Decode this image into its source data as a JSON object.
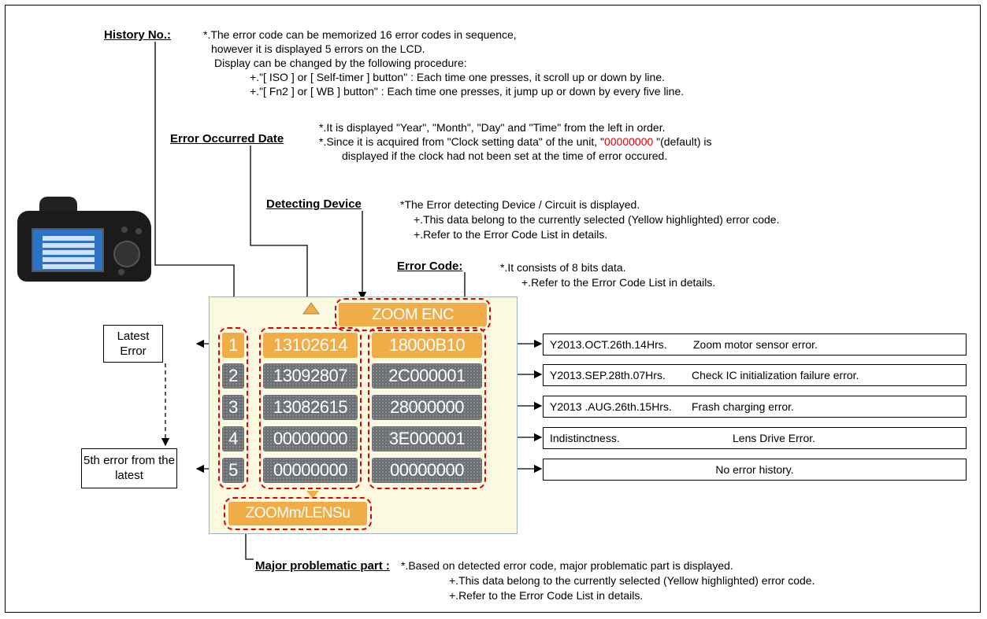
{
  "labels": {
    "history": "History No.:",
    "error_date": "Error Occurred Date",
    "detecting_device": "Detecting Device",
    "error_code": "Error Code:",
    "major_part": "Major problematic part :"
  },
  "history_notes": [
    "*.The error code can be memorized 16 error codes in sequence,",
    "however it is displayed 5 errors on the LCD.",
    "Display can be changed by the following procedure:",
    "+.\"[ ISO ] or [ Self-timer ] button\" : Each time one presses, it scroll up or down by line.",
    "+.\"[ Fn2 ] or [ WB ] button\" : Each time one presses, it  jump up or down by every five line."
  ],
  "date_notes": {
    "line1": "*.It is displayed \"Year\", \"Month\", \"Day\" and \"Time\" from the left in order.",
    "line2_pre": "*.Since it is acquired from \"Clock setting data\" of the unit, \"",
    "line2_red": "00000000",
    "line2_post": " \"(default) is",
    "line3": "displayed if the clock had not been set at the time of error occured."
  },
  "device_notes": [
    "*The Error detecting Device / Circuit is displayed.",
    "+.This data belong to the currently selected (Yellow highlighted) error code.",
    "+.Refer to the Error Code List in details."
  ],
  "code_notes": [
    "*.It consists of 8 bits data.",
    "+.Refer to the Error Code List in details."
  ],
  "major_notes": [
    "*.Based on detected error code, major problematic part is displayed.",
    "+.This data belong to the currently selected (Yellow highlighted) error code.",
    "+.Refer to the Error Code List in details."
  ],
  "lcd": {
    "device": "ZOOM ENC",
    "part": "ZOOMm/LENSu",
    "rows": [
      {
        "no": "1",
        "date": "13102614",
        "code": "18000B10",
        "highlight": true
      },
      {
        "no": "2",
        "date": "13092807",
        "code": "2C000001",
        "highlight": false
      },
      {
        "no": "3",
        "date": "13082615",
        "code": "28000000",
        "highlight": false
      },
      {
        "no": "4",
        "date": "00000000",
        "code": "3E000001",
        "highlight": false
      },
      {
        "no": "5",
        "date": "00000000",
        "code": "00000000",
        "highlight": false
      }
    ]
  },
  "side_labels": {
    "latest": "Latest Error",
    "fifth": "5th error from the latest"
  },
  "explanations": [
    {
      "a": "Y2013.OCT.26th.14Hrs.",
      "b": "Zoom motor sensor error."
    },
    {
      "a": "Y2013.SEP.28th.07Hrs.",
      "b": "Check IC initialization failure error."
    },
    {
      "a": "Y2013 .AUG.26th.15Hrs.",
      "b": "Frash charging error."
    },
    {
      "a": "Indistinctness.",
      "b": "Lens Drive Error."
    },
    {
      "a": "",
      "b": "No error history."
    }
  ],
  "colors": {
    "highlight": "#f0ad47",
    "cell": "#6d7174",
    "dash": "#e00000",
    "lcd_bg": "#fbf9e0"
  }
}
